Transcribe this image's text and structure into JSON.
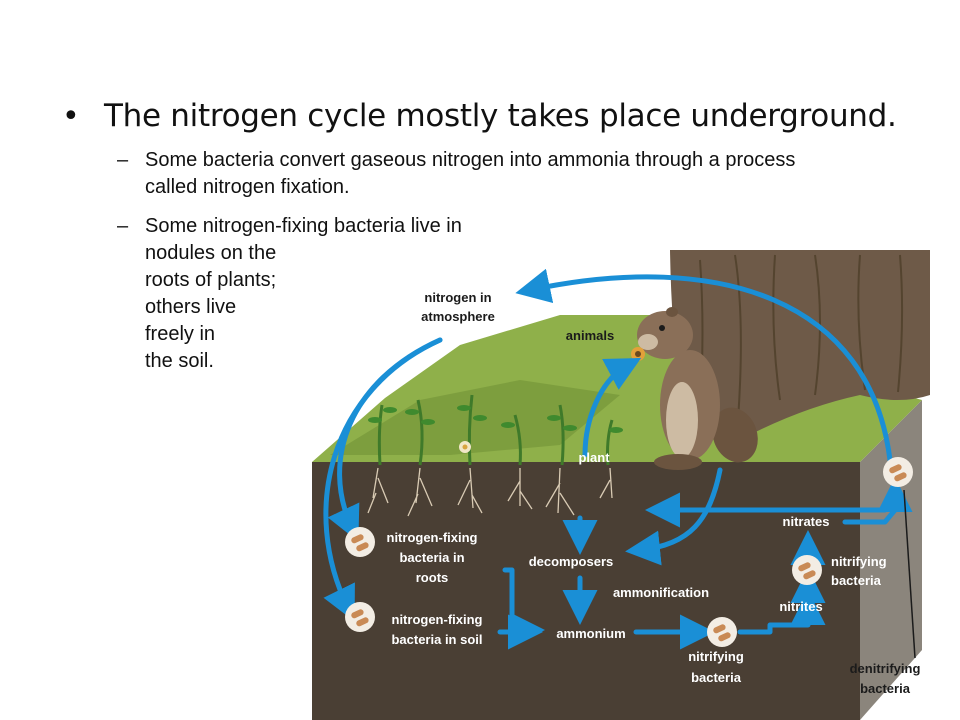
{
  "slide": {
    "bullet": "The nitrogen cycle mostly takes place underground.",
    "subpoints": [
      {
        "dash": "–",
        "lines": [
          "Some bacteria convert gaseous nitrogen into ammonia through a process",
          "called nitrogen fixation."
        ]
      },
      {
        "dash": "–",
        "lines": [
          "Some nitrogen-fixing bacteria live in",
          "nodules on the",
          "roots of plants;",
          "others live",
          "freely in",
          "the soil."
        ]
      }
    ]
  },
  "diagram": {
    "labels": {
      "nitrogen_in_atmosphere": [
        "nitrogen in",
        "atmosphere"
      ],
      "animals": "animals",
      "plant": "plant",
      "nitrogen_fixing_roots": [
        "nitrogen-fixing",
        "bacteria in",
        "roots"
      ],
      "decomposers": "decomposers",
      "ammonification": "ammonification",
      "nitrogen_fixing_soil": [
        "nitrogen-fixing",
        "bacteria in soil"
      ],
      "ammonium": "ammonium",
      "nitrifying_bottom": [
        "nitrifying",
        "bacteria"
      ],
      "nitrites": "nitrites",
      "nitrifying_right": [
        "nitrifying",
        "bacteria"
      ],
      "nitrates": "nitrates",
      "denitrifying": [
        "denitrifying",
        "bacteria"
      ]
    },
    "colors": {
      "arrow": "#1a8fd6",
      "grass": "#8fb04a",
      "soil": "#4a3f34",
      "soil_side": "#8b857c",
      "trunk": "#6e5a48",
      "animal": "#8a6f58",
      "bacteria_circle": "#f3ede4",
      "bacteria_rod": "#c98a55"
    },
    "icons": [
      "bacteria-icon",
      "squirrel-icon",
      "tree-trunk-icon",
      "plant-icon"
    ]
  }
}
